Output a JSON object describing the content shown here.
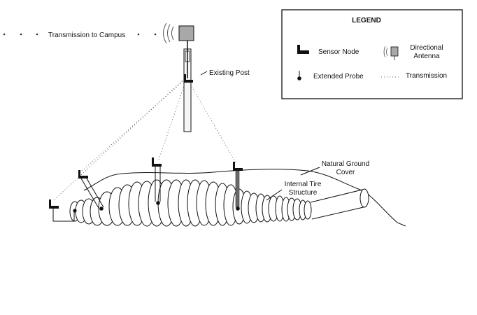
{
  "labels": {
    "transmission_to_campus": "Transmission to Campus",
    "existing_post": "Existing Post",
    "natural_ground_cover_1": "Natural Ground",
    "natural_ground_cover_2": "Cover",
    "internal_tire_1": "Internal Tire",
    "internal_tire_2": "Structure"
  },
  "legend": {
    "title": "LEGEND",
    "sensor_node": "Sensor Node",
    "directional_antenna_1": "Directional",
    "directional_antenna_2": "Antenna",
    "extended_probe": "Extended Probe",
    "transmission": "Transmission"
  },
  "colors": {
    "line": "#111111",
    "antenna_fill": "#a8a8a8",
    "post_fill": "#f2f2f2",
    "probe_dark": "#6a6a6a",
    "dots": "#666666"
  }
}
